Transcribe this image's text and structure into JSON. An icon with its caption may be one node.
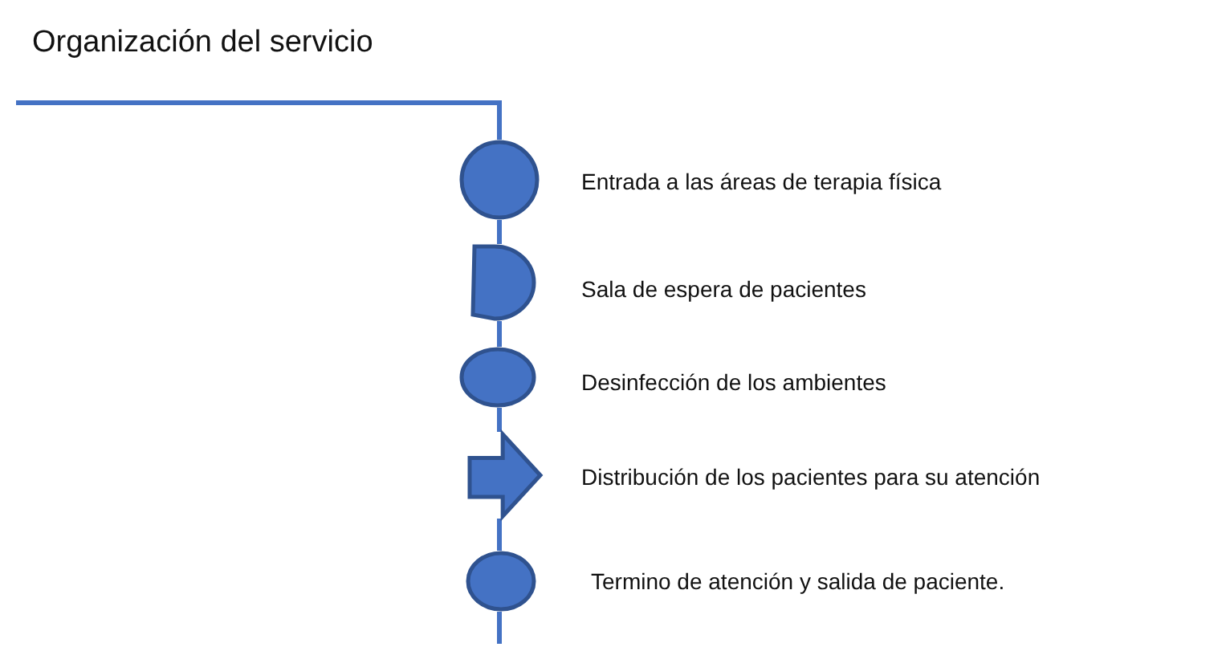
{
  "diagram": {
    "title": "Organización del servicio",
    "nodes": [
      {
        "text": [],
        "shape": "circle",
        "beside": [
          "Entrada a las áreas de terapia física"
        ]
      },
      {
        "text": [],
        "shape": "semicircle",
        "beside": [
          "Sala de espera de pacientes"
        ]
      },
      {
        "text": [],
        "shape": "ellipse",
        "beside": [
          "Desinfección de los ambientes"
        ]
      },
      {
        "text": [],
        "shape": "arrow",
        "beside": [
          "Distribución de los pacientes para su atención"
        ]
      },
      {
        "text": [],
        "shape": "ellipse",
        "beside": [
          "Termino de atención y salida de paciente."
        ]
      }
    ],
    "edges": [
      {
        "from": null,
        "to": 0,
        "arrow": "none"
      },
      {
        "from": 0,
        "to": 1,
        "arrow": "none"
      },
      {
        "from": 1,
        "to": 2,
        "arrow": "none"
      },
      {
        "from": 2,
        "to": 3,
        "arrow": "none"
      },
      {
        "from": 3,
        "to": 4,
        "arrow": "none"
      },
      {
        "from": 4,
        "to": null,
        "arrow": "none"
      }
    ]
  }
}
